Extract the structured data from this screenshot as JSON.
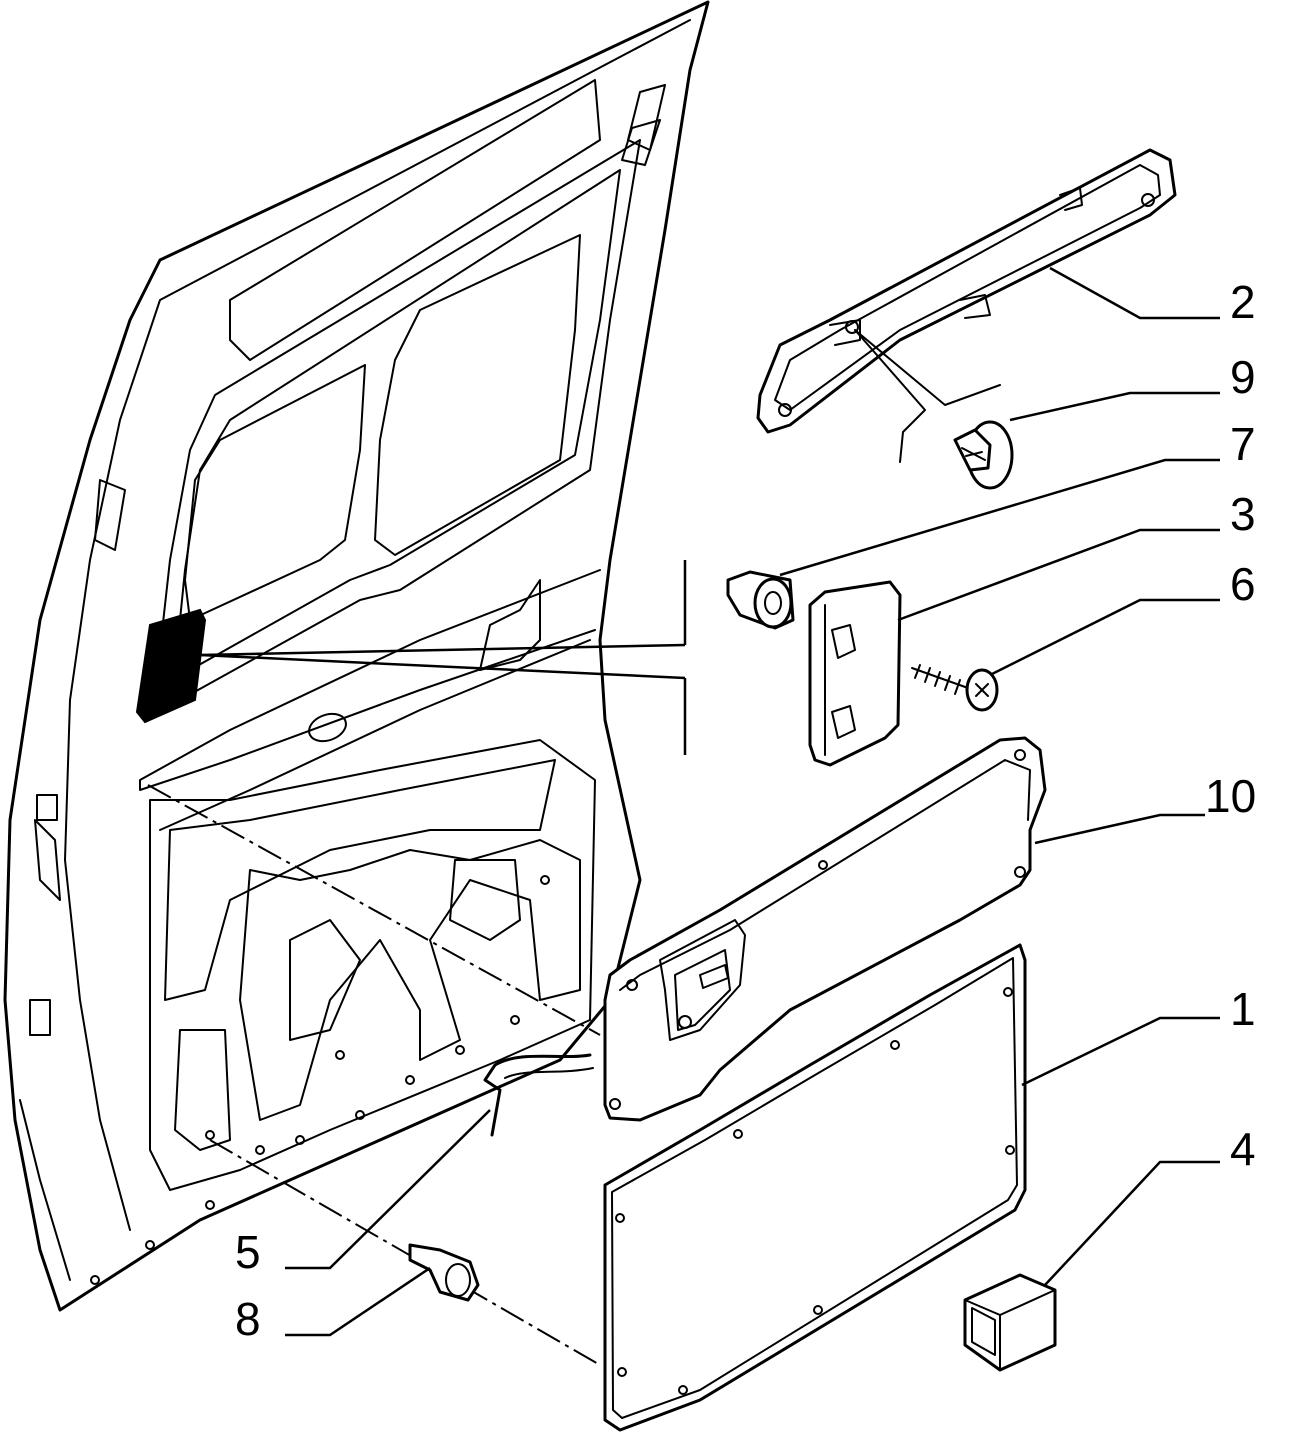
{
  "callouts": [
    {
      "id": "2",
      "label": "2"
    },
    {
      "id": "9",
      "label": "9"
    },
    {
      "id": "7",
      "label": "7"
    },
    {
      "id": "3",
      "label": "3"
    },
    {
      "id": "6",
      "label": "6"
    },
    {
      "id": "10",
      "label": "10"
    },
    {
      "id": "1",
      "label": "1"
    },
    {
      "id": "4",
      "label": "4"
    },
    {
      "id": "5",
      "label": "5"
    },
    {
      "id": "8",
      "label": "8"
    }
  ]
}
